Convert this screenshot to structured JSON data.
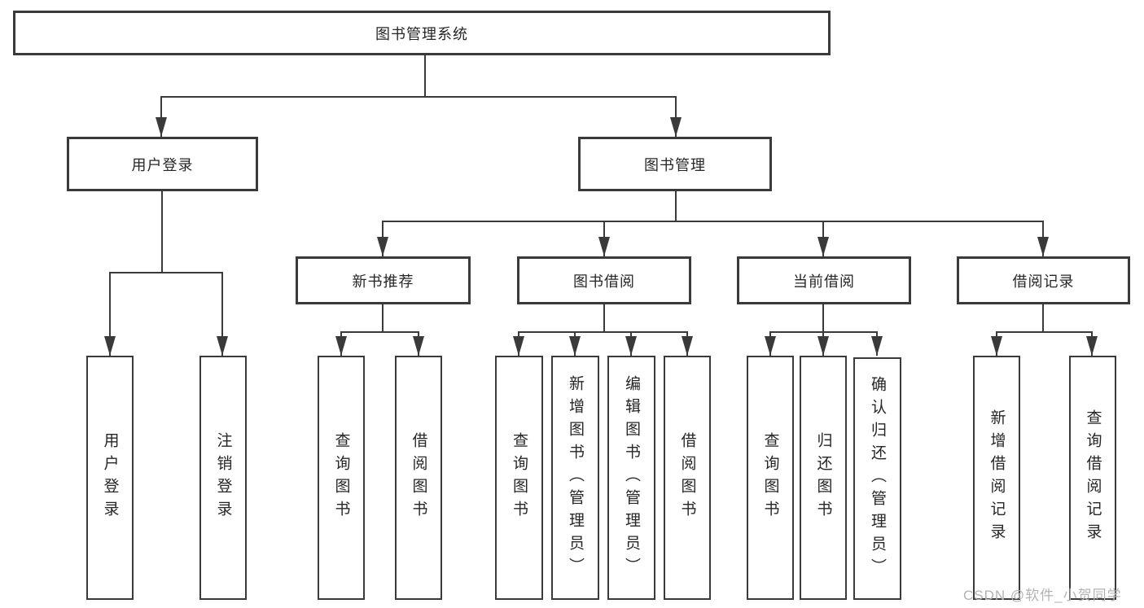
{
  "diagram": {
    "root": {
      "label": "图书管理系统"
    },
    "branches": [
      {
        "label": "用户登录",
        "children": [
          {
            "label": "用户登录"
          },
          {
            "label": "注销登录"
          }
        ]
      },
      {
        "label": "图书管理",
        "children": [
          {
            "label": "新书推荐",
            "children": [
              {
                "label": "查询图书"
              },
              {
                "label": "借阅图书"
              }
            ]
          },
          {
            "label": "图书借阅",
            "children": [
              {
                "label": "查询图书"
              },
              {
                "label": "新增图书（管理员）"
              },
              {
                "label": "编辑图书（管理员）"
              },
              {
                "label": "借阅图书"
              }
            ]
          },
          {
            "label": "当前借阅",
            "children": [
              {
                "label": "查询图书"
              },
              {
                "label": "归还图书"
              },
              {
                "label": "确认归还（管理员）"
              }
            ]
          },
          {
            "label": "借阅记录",
            "children": [
              {
                "label": "新增借阅记录"
              },
              {
                "label": "查询借阅记录"
              }
            ]
          }
        ]
      }
    ]
  },
  "watermark": {
    "text": "CSDN @软件_小贺同学"
  },
  "colors": {
    "line": "#3a3a3a",
    "text": "#262626",
    "background": "#ffffff",
    "watermark": "#b3b3b3"
  }
}
